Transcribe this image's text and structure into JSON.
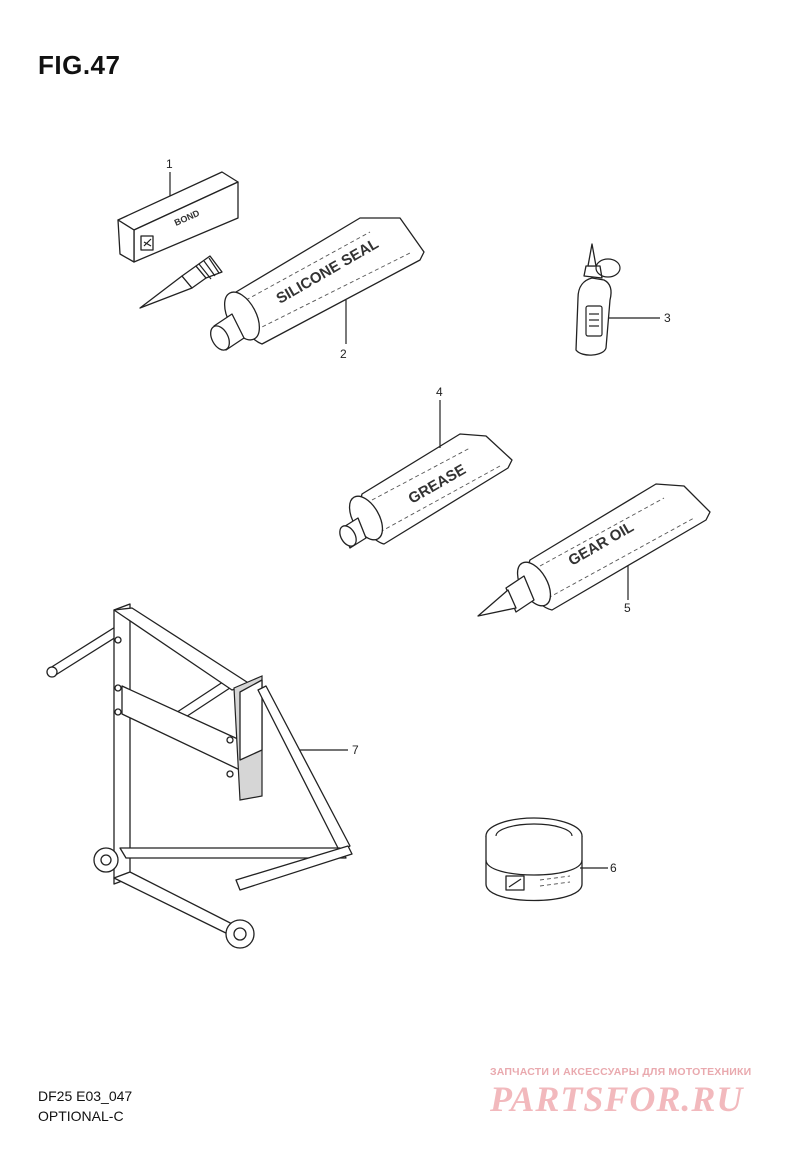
{
  "figure": {
    "title": "FIG.47"
  },
  "parts": [
    {
      "callout": "1",
      "label": "BOND"
    },
    {
      "callout": "2",
      "label": "SILICONE SEAL"
    },
    {
      "callout": "3",
      "label": ""
    },
    {
      "callout": "4",
      "label": "GREASE"
    },
    {
      "callout": "5",
      "label": "GEAR OIL"
    },
    {
      "callout": "6",
      "label": ""
    },
    {
      "callout": "7",
      "label": ""
    }
  ],
  "footer": {
    "code": "DF25 E03_047",
    "name": "OPTIONAL-C"
  },
  "watermark": {
    "tagline": "ЗАПЧАСТИ И АКСЕССУАРЫ ДЛЯ МОТОТЕХНИКИ",
    "logo": "PARTSFOR.RU"
  }
}
